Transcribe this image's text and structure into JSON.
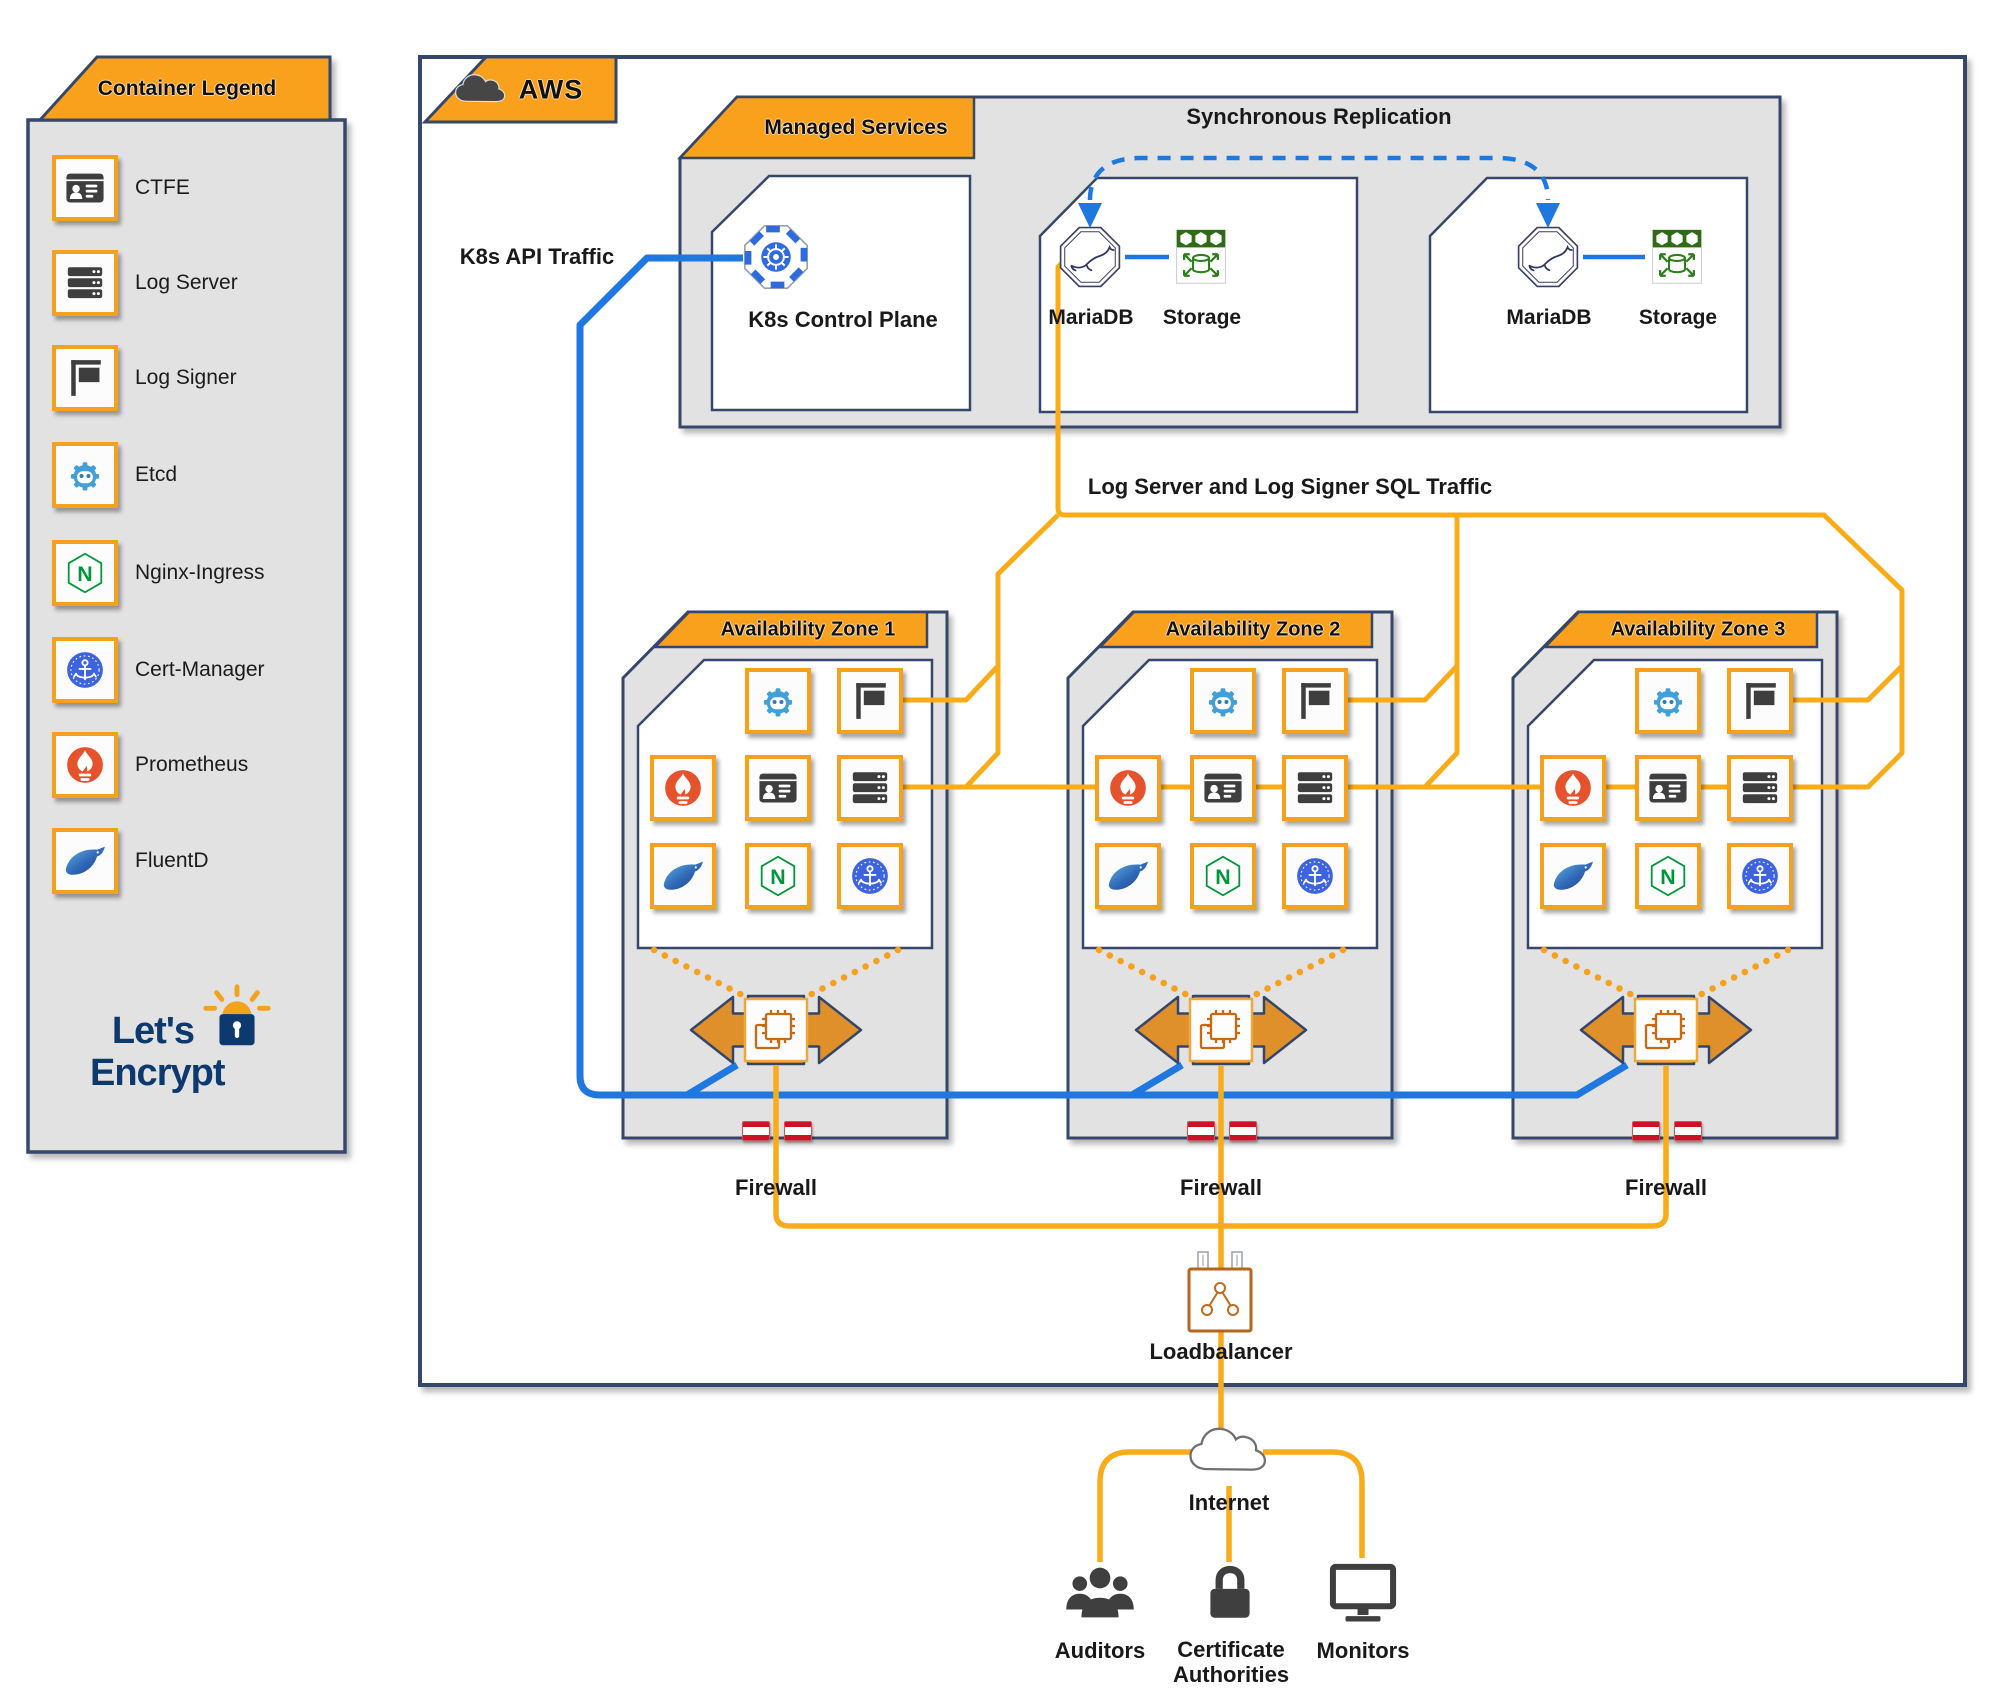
{
  "colors": {
    "banner_orange": "#F9A11D",
    "line_orange": "#F9AC18",
    "navy_border": "#35466B",
    "traffic_blue": "#1F78E0",
    "container_gray": "#E2E2E2",
    "firewall_red": "#CE1126",
    "letsencrypt_navy": "#0D3A6E",
    "prometheus_orange": "#E6522C",
    "nginx_green": "#009639",
    "etcd_blue": "#419FD9",
    "certmanager_blue": "#3D63E0",
    "storage_green": "#2F6B17"
  },
  "legend": {
    "title": "Container Legend",
    "items": [
      {
        "label": "CTFE",
        "icon": "ctfe-icon"
      },
      {
        "label": "Log Server",
        "icon": "log-server-icon"
      },
      {
        "label": "Log Signer",
        "icon": "log-signer-icon"
      },
      {
        "label": "Etcd",
        "icon": "etcd-icon"
      },
      {
        "label": "Nginx-Ingress",
        "icon": "nginx-ingress-icon"
      },
      {
        "label": "Cert-Manager",
        "icon": "cert-manager-icon"
      },
      {
        "label": "Prometheus",
        "icon": "prometheus-icon"
      },
      {
        "label": "FluentD",
        "icon": "fluentd-icon"
      }
    ],
    "logo": {
      "line1": "Let's",
      "line2": "Encrypt",
      "icon": "lets-encrypt-lock-icon"
    }
  },
  "aws": {
    "label": "AWS",
    "icon": "cloud-icon"
  },
  "managed_services": {
    "title": "Managed Services",
    "k8s_label": "K8s Control Plane",
    "k8s_icon": "kubernetes-icon",
    "replication_label": "Synchronous Replication",
    "db_nodes": [
      {
        "db": "MariaDB",
        "storage": "Storage",
        "db_icon": "mariadb-icon",
        "storage_icon": "storage-icon"
      },
      {
        "db": "MariaDB",
        "storage": "Storage",
        "db_icon": "mariadb-icon",
        "storage_icon": "storage-icon"
      }
    ]
  },
  "traffic": {
    "k8s_api": "K8s API Traffic",
    "sql": "Log Server and Log Signer SQL Traffic"
  },
  "zones": [
    {
      "title": "Availability Zone 1",
      "firewall": "Firewall",
      "service_icons": [
        "etcd-icon",
        "log-signer-icon",
        "prometheus-icon",
        "ctfe-icon",
        "log-server-icon",
        "fluentd-icon",
        "nginx-ingress-icon",
        "cert-manager-icon"
      ],
      "loadbalancer_icon": "elastic-loadbalancer-icon"
    },
    {
      "title": "Availability Zone 2",
      "firewall": "Firewall",
      "service_icons": [
        "etcd-icon",
        "log-signer-icon",
        "prometheus-icon",
        "ctfe-icon",
        "log-server-icon",
        "fluentd-icon",
        "nginx-ingress-icon",
        "cert-manager-icon"
      ],
      "loadbalancer_icon": "elastic-loadbalancer-icon"
    },
    {
      "title": "Availability Zone 3",
      "firewall": "Firewall",
      "service_icons": [
        "etcd-icon",
        "log-signer-icon",
        "prometheus-icon",
        "ctfe-icon",
        "log-server-icon",
        "fluentd-icon",
        "nginx-ingress-icon",
        "cert-manager-icon"
      ],
      "loadbalancer_icon": "elastic-loadbalancer-icon"
    }
  ],
  "edge": {
    "loadbalancer": "Loadbalancer",
    "internet": "Internet",
    "loadbalancer_icon": "loadbalancer-appliance-icon",
    "internet_icon": "internet-cloud-icon"
  },
  "external": [
    {
      "label": "Auditors",
      "icon": "auditors-people-icon"
    },
    {
      "label": "Certificate Authorities",
      "icon": "certificate-lock-icon"
    },
    {
      "label": "Monitors",
      "icon": "monitor-screen-icon"
    }
  ]
}
